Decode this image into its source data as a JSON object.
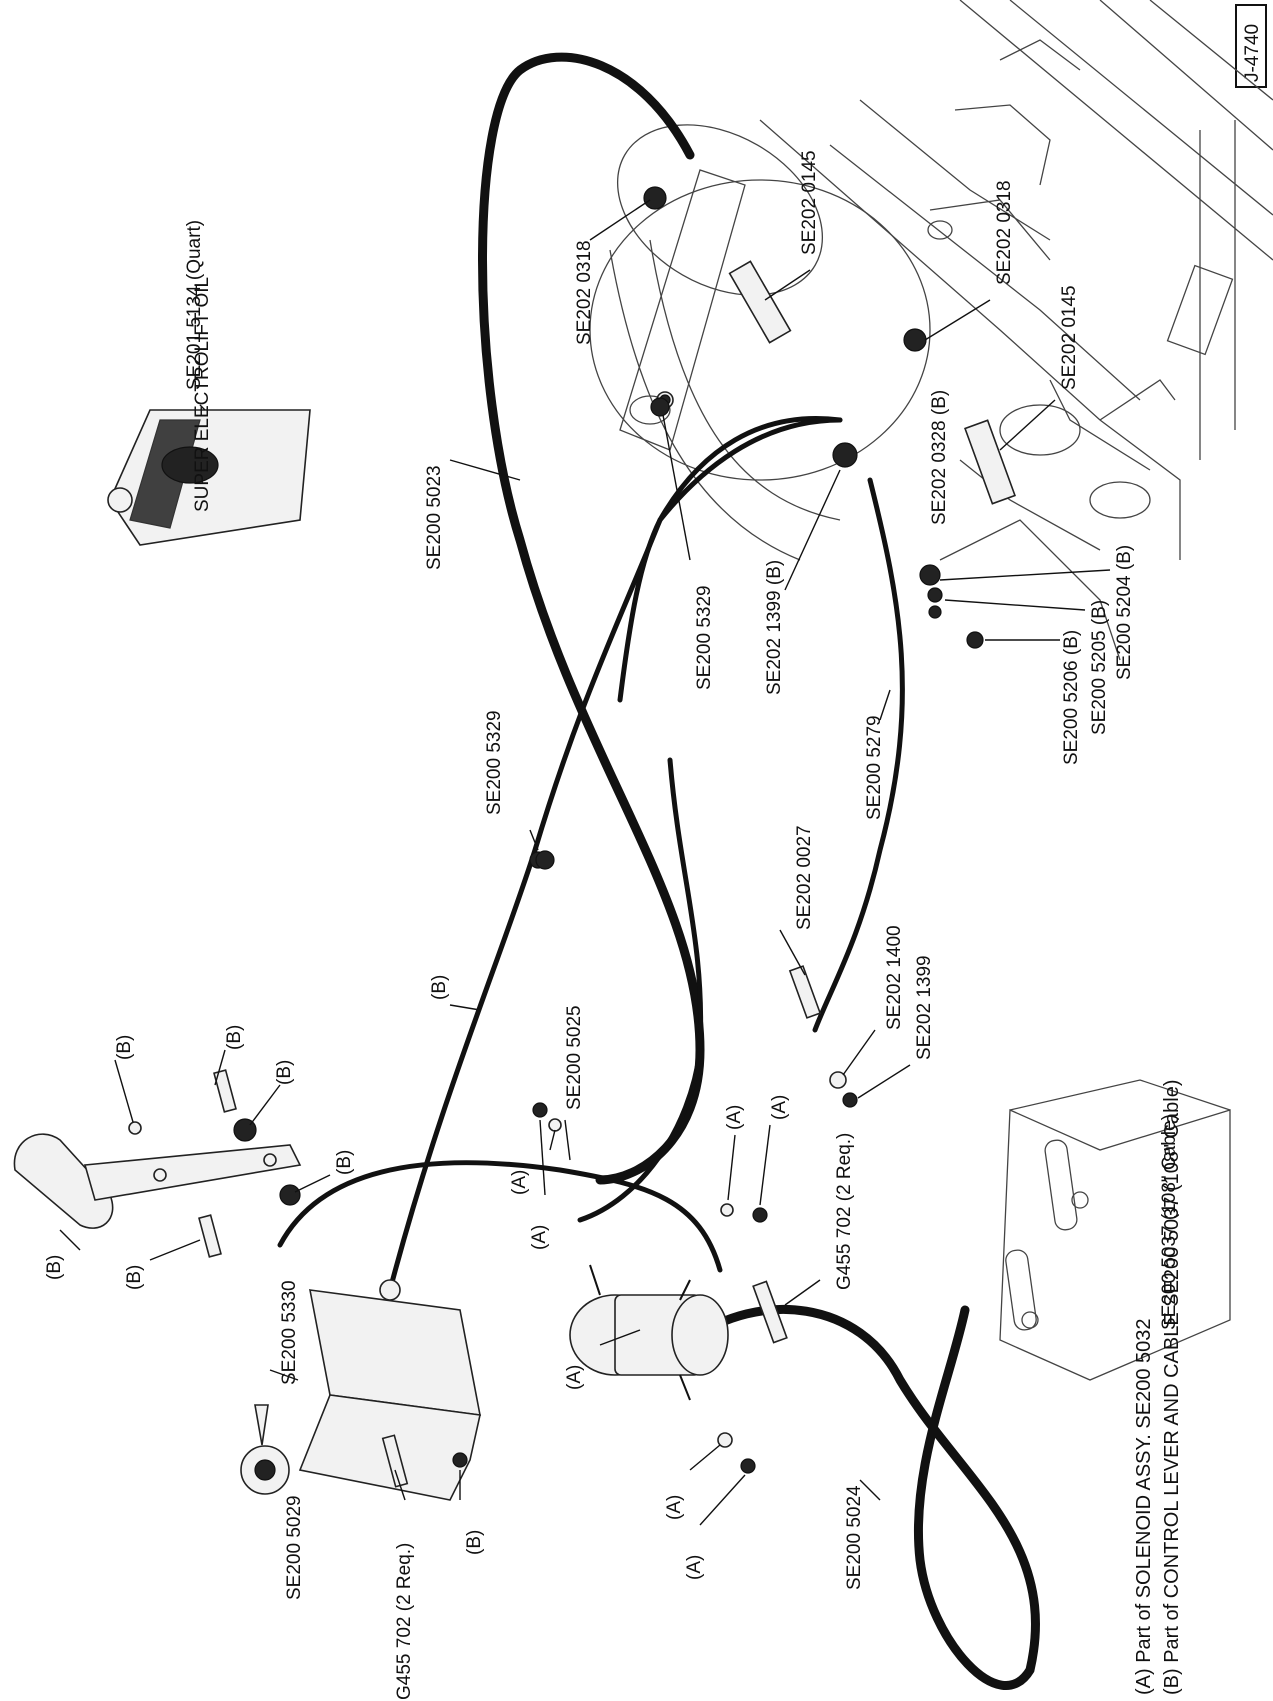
{
  "figure_id": "J-4740",
  "part_labels": {
    "oil": "SE201 5134 (Quart)",
    "oil_can_text": "SUPER ELECTROLIFT OIL",
    "nut_top": "SE202 0318",
    "bolt_top": "SE202 0145",
    "nut_right": "SE202 0318",
    "bolt_right": "SE202 0145",
    "bolt_b": "SE202 0328 (B)",
    "nut_mid": "SE202 1399 (B)",
    "cable_5023": "SE200 5023",
    "grommet_5329_a": "SE200 5329",
    "grommet_5329_b": "SE200 5329",
    "cable_5279": "SE200 5279",
    "part_5204": "SE200 5204 (B)",
    "part_5205": "SE200 5205 (B)",
    "part_5206": "SE200 5206 (B)",
    "bolt_0027": "SE202 0027",
    "washer_1400": "SE202 1400",
    "nut_1399": "SE202 1399",
    "cable_b": "(B)",
    "wire_5025": "SE200 5025",
    "screw_g455_right": "G455 702 (2 Req.)",
    "screw_g455_left": "G455 702 (2 Req.)",
    "boot_5330": "SE200 5330",
    "switch_5029": "SE200 5029",
    "cable_5024": "SE200 5024",
    "battery_cable": "SE200 5037 (108\" Cable)",
    "ref_a": "(A)",
    "ref_b": "(B)"
  },
  "legend": {
    "line_a": "(A)  Part of SOLENOID ASSY.  SE200 5032",
    "line_b": "(B)  Part of CONTROL LEVER AND CABLE  SE200 5037 (108\" Cable)"
  }
}
